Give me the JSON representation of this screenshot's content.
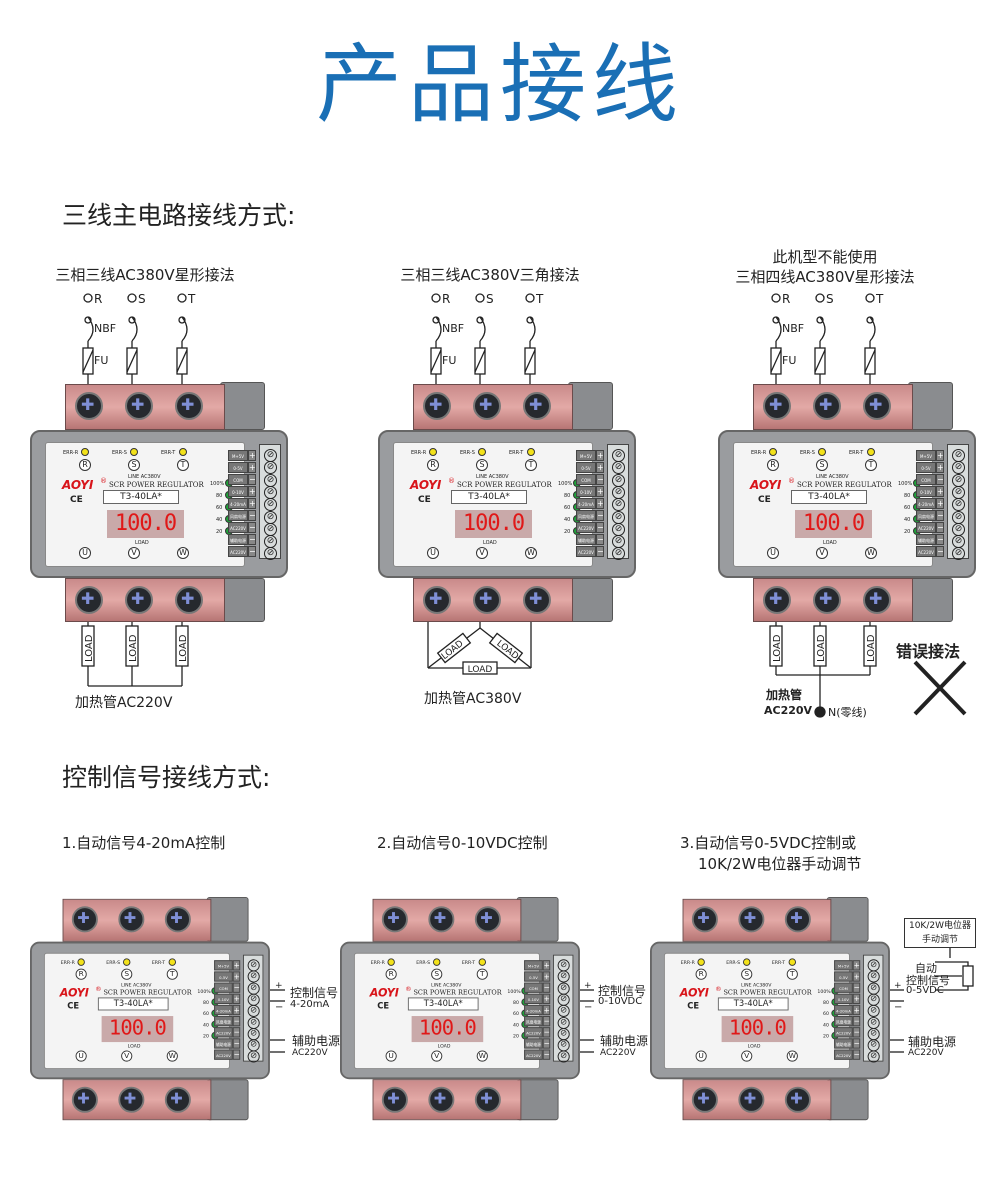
{
  "title": "产品接线",
  "section1": {
    "heading": "三线主电路接线方式:",
    "col1": {
      "caption": "三相三线AC380V星形接法",
      "load_label": "加热管AC220V"
    },
    "col2": {
      "caption": "三相三线AC380V三角接法",
      "load_label": "加热管AC380V"
    },
    "col3": {
      "caption_line1": "此机型不能使用",
      "caption_line2": "三相四线AC380V星形接法",
      "load_label_line1": "加热管",
      "load_label_line2": "AC220V",
      "neutral_label": "N(零线)",
      "wrong_label": "错误接法"
    },
    "phases": [
      "R",
      "S",
      "T"
    ],
    "breaker_label": "NBF",
    "fuse_label": "FU",
    "load_box": "LOAD"
  },
  "section2": {
    "heading": "控制信号接线方式:",
    "col1": {
      "caption": "1.自动信号4-20mA控制",
      "signal_label": "控制信号",
      "signal_value": "4-20mA"
    },
    "col2": {
      "caption": "2.自动信号0-10VDC控制",
      "signal_label": "控制信号",
      "signal_value": "0-10VDC"
    },
    "col3": {
      "caption_line1": "3.自动信号0-5VDC控制或",
      "caption_line2": "10K/2W电位器手动调节",
      "pot_box_line1": "10K/2W电位器",
      "pot_box_line2": "手动调节",
      "signal_line1": "自动",
      "signal_label": "控制信号",
      "signal_value": "0-5VDC"
    },
    "aux_label": "辅助电源",
    "aux_value": "AC220V",
    "plus": "+",
    "minus": "−"
  },
  "device": {
    "brand": "AOYI",
    "brand_mark": "®",
    "subtitle": "SCR POWER REGULATOR",
    "ce": "CE",
    "model": "T3-40LA*",
    "display": "100.0",
    "err": [
      "ERR-R",
      "ERR-S",
      "ERR-T"
    ],
    "inputs": [
      "R",
      "S",
      "T"
    ],
    "line": "LINE AC380V",
    "load": "LOAD",
    "outputs": [
      "U",
      "V",
      "W"
    ],
    "leds": [
      "100%",
      "80",
      "60",
      "40",
      "20"
    ],
    "terminals": [
      "M+5V",
      "0-5V",
      "COM",
      "0-10V",
      "4-20mA",
      "风扇电源",
      "AC220V",
      "辅助电源",
      "AC220V"
    ],
    "signs": [
      "+",
      "+",
      "−",
      "+",
      "+",
      "−",
      "−",
      "−",
      "−"
    ]
  },
  "colors": {
    "title": "#1a6fb5",
    "led_yellow": "#f3e21a",
    "led_green": "#1fa33a",
    "display": "#e01818"
  }
}
